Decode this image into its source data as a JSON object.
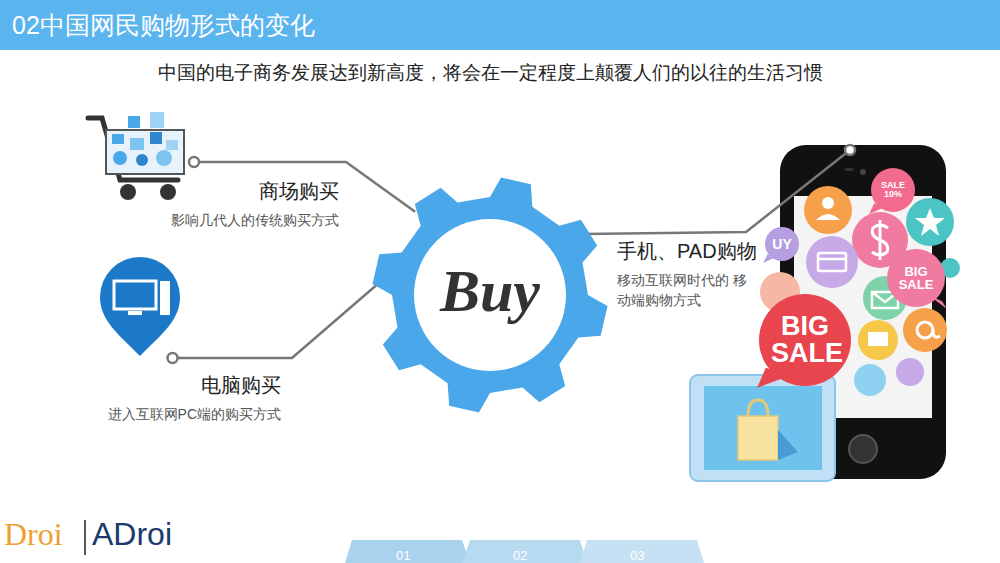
{
  "diagram": {
    "title": "02中国网民购物形式的变化",
    "nodes": [
      {
        "text": [
          "Buy"
        ]
      },
      {
        "text": [
          "商场购买",
          "影响几代人的传统购买方式"
        ]
      },
      {
        "text": [
          "电脑购买",
          "进入互联网PC端的购买方式"
        ]
      },
      {
        "text": [
          "手机、PAD购物",
          "移动互联网时代的 移动端购物方式"
        ]
      },
      {
        "text": [
          "BIG SALE"
        ]
      },
      {
        "text": [
          "BIG SALE"
        ]
      },
      {
        "text": [
          "SALE 10%"
        ]
      },
      {
        "text": [
          "UY"
        ]
      }
    ],
    "edges": [
      {
        "from": 1,
        "to": 0,
        "arrow": "none"
      },
      {
        "from": 2,
        "to": 0,
        "arrow": "none"
      },
      {
        "from": 0,
        "to": 3,
        "arrow": "none"
      }
    ],
    "labels": [
      "中国的电子商务发展达到新高度，将会在一定程度上颠覆人们的以往的生活习惯",
      "Droi",
      "ADroi",
      "01",
      "02",
      "03"
    ]
  }
}
